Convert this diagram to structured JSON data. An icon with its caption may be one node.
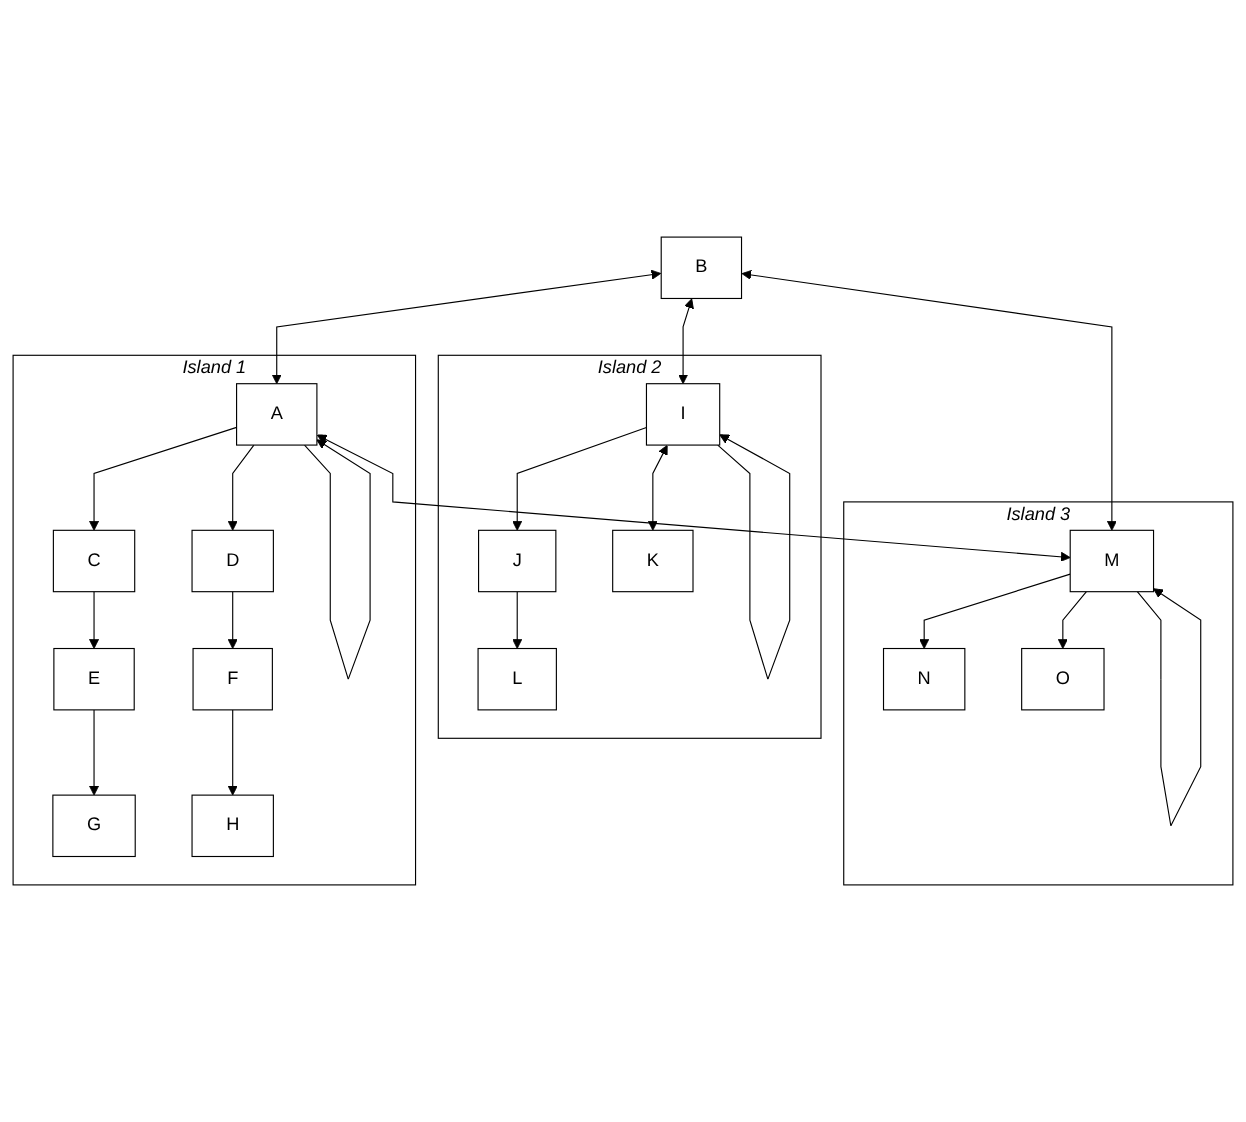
{
  "diagram": {
    "nodes": [
      {
        "text": [
          "B"
        ]
      },
      {
        "text": [
          "Island 1"
        ]
      },
      {
        "text": [
          "A"
        ],
        "in": 1
      },
      {
        "text": [
          "C"
        ],
        "in": 1
      },
      {
        "text": [
          "D"
        ],
        "in": 1
      },
      {
        "text": [
          "E"
        ],
        "in": 1
      },
      {
        "text": [
          "F"
        ],
        "in": 1
      },
      {
        "text": [
          "G"
        ],
        "in": 1
      },
      {
        "text": [
          "H"
        ],
        "in": 1
      },
      {
        "text": [
          "Island 2"
        ]
      },
      {
        "text": [
          "I"
        ],
        "in": 9
      },
      {
        "text": [
          "J"
        ],
        "in": 9
      },
      {
        "text": [
          "K"
        ],
        "in": 9
      },
      {
        "text": [
          "L"
        ],
        "in": 9
      },
      {
        "text": [
          "Island 3"
        ]
      },
      {
        "text": [
          "M"
        ],
        "in": 14
      },
      {
        "text": [
          "N"
        ],
        "in": 14
      },
      {
        "text": [
          "O"
        ],
        "in": 14
      }
    ],
    "edges": [
      {
        "from": 0,
        "to": 2,
        "arrow": "both"
      },
      {
        "from": 0,
        "to": 10,
        "arrow": "both"
      },
      {
        "from": 0,
        "to": 15,
        "arrow": "both"
      },
      {
        "from": 2,
        "to": 15,
        "arrow": "both"
      },
      {
        "from": 2,
        "to": 2,
        "arrow": "to"
      },
      {
        "from": 2,
        "to": 3,
        "arrow": "to"
      },
      {
        "from": 2,
        "to": 4,
        "arrow": "to"
      },
      {
        "from": 3,
        "to": 5,
        "arrow": "to"
      },
      {
        "from": 4,
        "to": 6,
        "arrow": "to"
      },
      {
        "from": 5,
        "to": 7,
        "arrow": "to"
      },
      {
        "from": 6,
        "to": 8,
        "arrow": "to"
      },
      {
        "from": 10,
        "to": 10,
        "arrow": "to"
      },
      {
        "from": 10,
        "to": 11,
        "arrow": "to"
      },
      {
        "from": 10,
        "to": 12,
        "arrow": "both"
      },
      {
        "from": 11,
        "to": 13,
        "arrow": "to"
      },
      {
        "from": 15,
        "to": 15,
        "arrow": "to"
      },
      {
        "from": 15,
        "to": 16,
        "arrow": "to"
      },
      {
        "from": 15,
        "to": 17,
        "arrow": "to"
      }
    ]
  }
}
